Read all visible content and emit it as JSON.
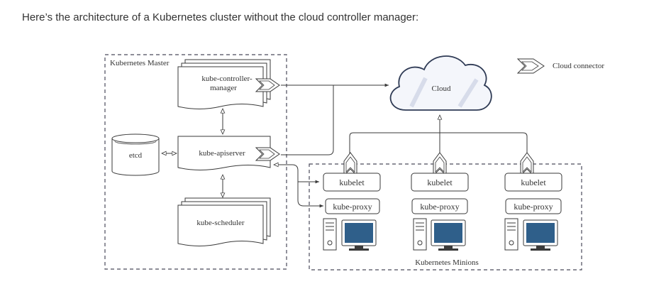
{
  "intro_text": "Here’s the architecture of a Kubernetes cluster without the cloud controller manager:",
  "diagram": {
    "master": {
      "label": "Kubernetes Master",
      "controller_manager": {
        "line1": "kube-controller-",
        "line2": "manager"
      },
      "apiserver": "kube-apiserver",
      "scheduler": "kube-scheduler",
      "etcd": "etcd"
    },
    "cloud": {
      "label": "Cloud"
    },
    "legend": {
      "label": "Cloud connector"
    },
    "minions": {
      "label": "Kubernetes Minions",
      "nodes": [
        {
          "kubelet": "kubelet",
          "proxy": "kube-proxy"
        },
        {
          "kubelet": "kubelet",
          "proxy": "kube-proxy"
        },
        {
          "kubelet": "kubelet",
          "proxy": "kube-proxy"
        }
      ]
    },
    "colors": {
      "stroke": "#3a3a3a",
      "dashed_border": "#4a4a5a",
      "cloud_fill": "#f4f6fb",
      "cloud_stroke": "#2f3b55",
      "monitor_screen": "#2f5f8a",
      "tower_fill": "#ffffff"
    }
  }
}
